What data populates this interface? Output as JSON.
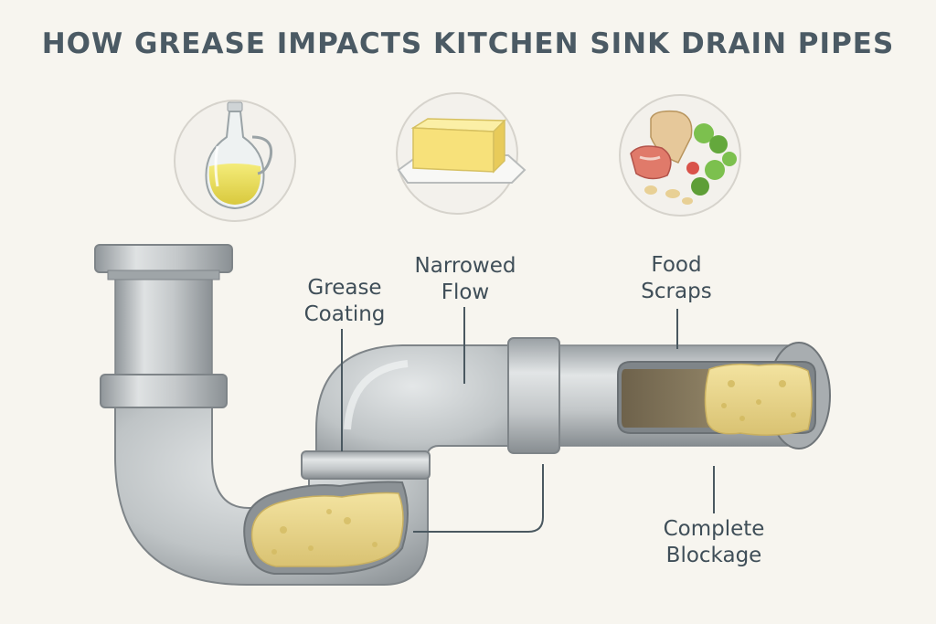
{
  "title": "HOW GREASE IMPACTS KITCHEN SINK DRAIN PIPES",
  "icons": [
    {
      "name": "oil-bottle-icon"
    },
    {
      "name": "butter-icon"
    },
    {
      "name": "food-scraps-icon"
    }
  ],
  "labels": {
    "grease_coating": [
      "Grease",
      "Coating"
    ],
    "narrowed_flow": [
      "Narrowed",
      "Flow"
    ],
    "food_scraps": [
      "Food",
      "Scraps"
    ],
    "complete_blockage": [
      "Complete",
      "Blockage"
    ]
  },
  "colors": {
    "background": "#f7f5ef",
    "pipe": "#b8bcbf",
    "grease": "#e8d489",
    "sludge": "#7a6e55",
    "text": "#3f4e58"
  }
}
